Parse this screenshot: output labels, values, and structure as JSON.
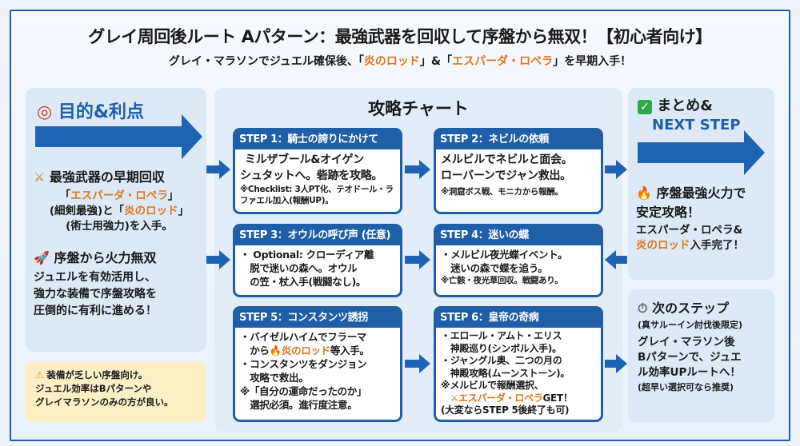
{
  "header": {
    "title": "グレイ周回後ルート Aパターン：最強武器を回収して序盤から無双！【初心者向け】",
    "subtitle_parts": [
      "グレイ・マラソンでジュエル確保後、「",
      "炎のロッド",
      "」&「",
      "エスパーダ・ロペラ",
      "」を早期入手！"
    ]
  },
  "colors": {
    "primary": "#1f5fa8",
    "accent": "#e0761f",
    "warning_bg": "#fcefc6"
  },
  "left": {
    "icon": "target-icon",
    "title": "目的&利点",
    "sec1": {
      "icon": "crossed-swords-icon",
      "heading": "最強武器の早期回収",
      "parts": [
        "「",
        "エスパーダ・ロペラ",
        "」",
        "(細剣最強)と「",
        "炎のロッド",
        "」",
        "(術士用強力)を入手。"
      ]
    },
    "sec2": {
      "icon": "rocket-icon",
      "heading": "序盤から火力無双",
      "lines": [
        "ジュエルを有効活用し、",
        "強力な装備で序盤攻略を",
        "圧倒的に有利に進める！"
      ]
    },
    "warning": {
      "icon": "warning-icon",
      "lines": [
        "装備が乏しい序盤向け。",
        "ジュエル効率はBパターンや",
        "グレイマラソンのみの方が良い。"
      ]
    }
  },
  "center": {
    "title": "攻略チャート",
    "steps": [
      {
        "header": "STEP 1：騎士の誇りにかけて",
        "lines": [
          "ミルザブール&オイゲン",
          "シュタットへ。砦跡を攻略。"
        ],
        "note": "※Checklist: 3人PT化、テオドール・ラファエル加入(報酬UP)。"
      },
      {
        "header": "STEP 2：ネビルの依頼",
        "lines": [
          "メルビルでネビルと面会。",
          "ローバーンでジャン救出。"
        ],
        "note": "※洞窟ボス戦、モニカから報酬。"
      },
      {
        "header": "STEP 3：オウルの呼び声 (任意)",
        "lines": [
          "・ Optional: クローディア離",
          "　脱で迷いの森へ。オウル",
          "　の笠・杖入手(戦闘なし)。"
        ],
        "note": ""
      },
      {
        "header": "STEP 4：迷いの蝶",
        "lines": [
          "・メルビル夜光蝶イベント。",
          "　迷いの森で蝶を追う。"
        ],
        "note": "※亡骸・夜光草回収。戦闘あり。"
      },
      {
        "header": "STEP 5：コンスタンツ誘拐",
        "l1": "・バイゼルハイムでフラーマ",
        "l2a": "　から",
        "l2b": "炎のロッド",
        "l2c": "等入手。",
        "l3": "・コンスタンツをダンジョン",
        "l4": "　攻略で救出。",
        "l5": "※「自分の運命だったのか」",
        "l6": "　選択必須。進行度注意。"
      },
      {
        "header": "STEP 6：皇帝の奇病",
        "l1": "・エロール・アムト・エリス",
        "l2": "　神殿巡り(シンボル入手)。",
        "l3": "・ジャングル奥、二つの月の",
        "l4": "　神殿攻略(ムーンストーン)。",
        "l5": "※メルビルで報酬選択、",
        "l6a": "エスパーダ・ロペラ",
        "l6b": "GET！",
        "l7": "(大変ならSTEP 5後終了も可)"
      }
    ]
  },
  "right": {
    "icon": "check-icon",
    "title1": "まとめ&",
    "title2": "NEXT STEP",
    "sec1": {
      "icon": "fire-icon",
      "heading1": "序盤最強火力で",
      "heading2": "安定攻略！",
      "line1": "エスパーダ・ロペラ&",
      "line2a": "炎のロッド",
      "line2b": "入手完了！"
    },
    "sec2": {
      "icon": "stopwatch-icon",
      "heading": "次のステップ",
      "sub": "(真サルーイン討伐後限定)",
      "lines": [
        "グレイ・マラソン後",
        "Bパターンで、ジュエ",
        "ル効率UPルートへ！"
      ],
      "note": "(超早い選択可なら推奨)"
    }
  }
}
